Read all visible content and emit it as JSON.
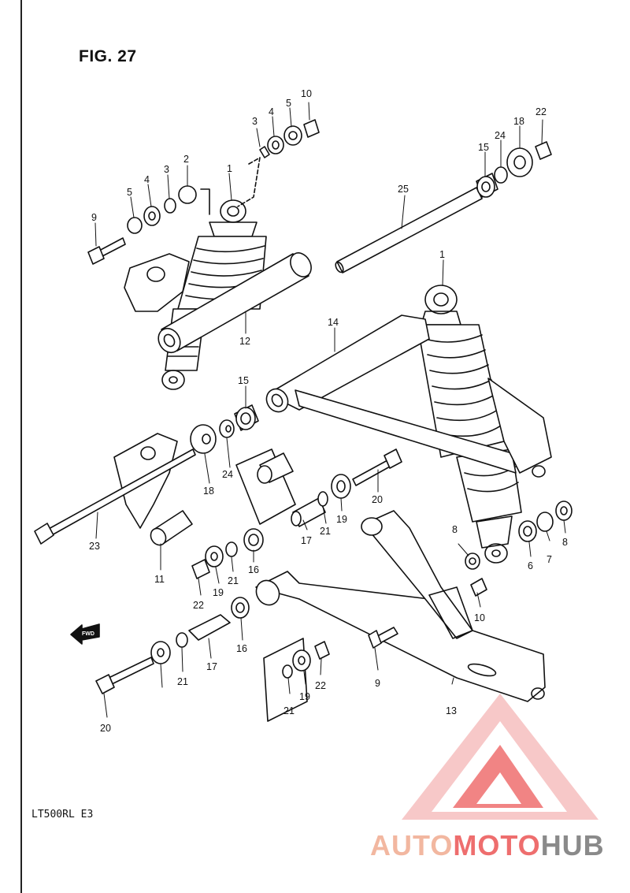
{
  "figure": {
    "title": "FIG. 27",
    "model_code": "LT500RL  E3",
    "fwd_label": "FWD"
  },
  "watermark": {
    "part1": "AUTO",
    "part2": "MOTO",
    "part3": "HUB",
    "color_light": "#f2b7a0",
    "color_red": "#ee6e6e",
    "color_gray": "#8a8a8a"
  },
  "callouts": [
    {
      "id": "c1",
      "label": "10"
    },
    {
      "id": "c2",
      "label": "3"
    },
    {
      "id": "c3",
      "label": "4"
    },
    {
      "id": "c4",
      "label": "5"
    },
    {
      "id": "c5",
      "label": "22"
    },
    {
      "id": "c6",
      "label": "18"
    },
    {
      "id": "c7",
      "label": "24"
    },
    {
      "id": "c8",
      "label": "15"
    },
    {
      "id": "c9",
      "label": "2"
    },
    {
      "id": "c10",
      "label": "3"
    },
    {
      "id": "c11",
      "label": "4"
    },
    {
      "id": "c12",
      "label": "5"
    },
    {
      "id": "c13",
      "label": "1"
    },
    {
      "id": "c14",
      "label": "9"
    },
    {
      "id": "c15",
      "label": "25"
    },
    {
      "id": "c16",
      "label": "1"
    },
    {
      "id": "c17",
      "label": "14"
    },
    {
      "id": "c18",
      "label": "12"
    },
    {
      "id": "c19",
      "label": "15"
    },
    {
      "id": "c20",
      "label": "18"
    },
    {
      "id": "c21",
      "label": "24"
    },
    {
      "id": "c22",
      "label": "20"
    },
    {
      "id": "c23",
      "label": "19"
    },
    {
      "id": "c24",
      "label": "21"
    },
    {
      "id": "c25",
      "label": "17"
    },
    {
      "id": "c26",
      "label": "23"
    },
    {
      "id": "c27",
      "label": "8"
    },
    {
      "id": "c28",
      "label": "8"
    },
    {
      "id": "c29",
      "label": "7"
    },
    {
      "id": "c30",
      "label": "6"
    },
    {
      "id": "c31",
      "label": "11"
    },
    {
      "id": "c32",
      "label": "19"
    },
    {
      "id": "c33",
      "label": "21"
    },
    {
      "id": "c34",
      "label": "16"
    },
    {
      "id": "c35",
      "label": "22"
    },
    {
      "id": "c36",
      "label": "10"
    },
    {
      "id": "c37",
      "label": "16"
    },
    {
      "id": "c38",
      "label": "21"
    },
    {
      "id": "c39",
      "label": "17"
    },
    {
      "id": "c40",
      "label": "9"
    },
    {
      "id": "c41",
      "label": "22"
    },
    {
      "id": "c42",
      "label": "19"
    },
    {
      "id": "c43",
      "label": "21"
    },
    {
      "id": "c44",
      "label": "13"
    },
    {
      "id": "c45",
      "label": "20"
    }
  ]
}
